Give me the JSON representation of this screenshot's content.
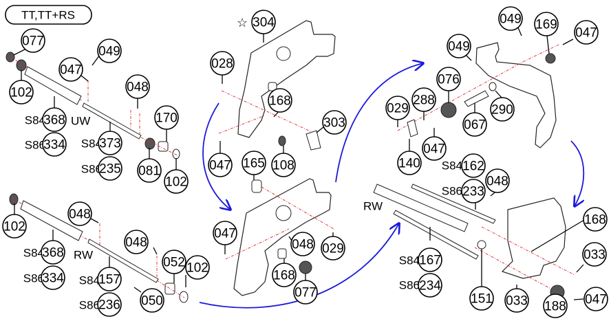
{
  "diagram": {
    "model_badge": "TT,TT+RS",
    "star_symbol": "☆",
    "section_labels": {
      "uw": "UW",
      "rw_left": "RW",
      "rw_right": "RW"
    },
    "callouts": {
      "c077_a": "077",
      "c102_a": "102",
      "c047_a": "047",
      "c049_a": "049",
      "c368_a": "368",
      "c334_a": "334",
      "c373": "373",
      "c235": "235",
      "c048_a": "048",
      "c170": "170",
      "c081": "081",
      "c102_b": "102",
      "c102_c": "102",
      "c368_b": "368",
      "c334_b": "334",
      "c048_b": "048",
      "c048_c": "048",
      "c052": "052",
      "c102_d": "102",
      "c157": "157",
      "c236": "236",
      "c050": "050",
      "c304": "304",
      "c028": "028",
      "c168_a": "168",
      "c303": "303",
      "c047_b": "047",
      "c165": "165",
      "c108": "108",
      "c047_c": "047",
      "c048_d": "048",
      "c029_a": "029",
      "c168_b": "168",
      "c077_b": "077",
      "c049_b": "049",
      "c169": "169",
      "c047_d": "047",
      "c049_c": "049",
      "c076": "076",
      "c029_b": "029",
      "c288": "288",
      "c290": "290",
      "c067": "067",
      "c140": "140",
      "c047_e": "047",
      "c162": "162",
      "c233": "233",
      "c048_e": "048",
      "c168_c": "168",
      "c167": "167",
      "c234": "234",
      "c151": "151",
      "c033_a": "033",
      "c033_b": "033",
      "c188": "188",
      "c047_f": "047"
    },
    "prefixes": {
      "p368_a": "S84",
      "p334_a": "S86",
      "p373": "S84",
      "p235": "S86",
      "p368_b": "S84",
      "p334_b": "S86",
      "p157": "S84",
      "p236": "S86",
      "p162": "S84",
      "p233": "S86",
      "p167": "S84",
      "p234": "S86"
    },
    "colors": {
      "flow_arrow": "#1a1adb",
      "centerline": "#dd2222"
    }
  }
}
